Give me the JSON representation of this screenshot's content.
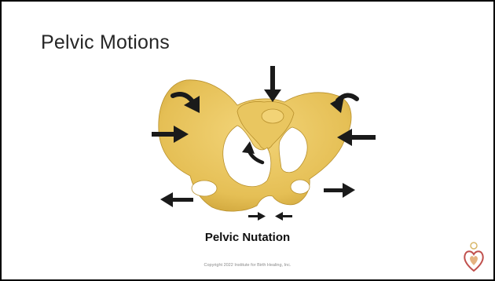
{
  "slide": {
    "title": "Pelvic Motions",
    "caption": "Pelvic Nutation",
    "footer": "Copyright 2022 Institute for Birth Healing, Inc."
  },
  "figure": {
    "subject": "pelvis-illustration",
    "bone_color": "#e8c35a",
    "arrow_color": "#1a1a1a"
  },
  "logo": {
    "icon": "heart-logo-icon",
    "color": "#c0504d"
  }
}
